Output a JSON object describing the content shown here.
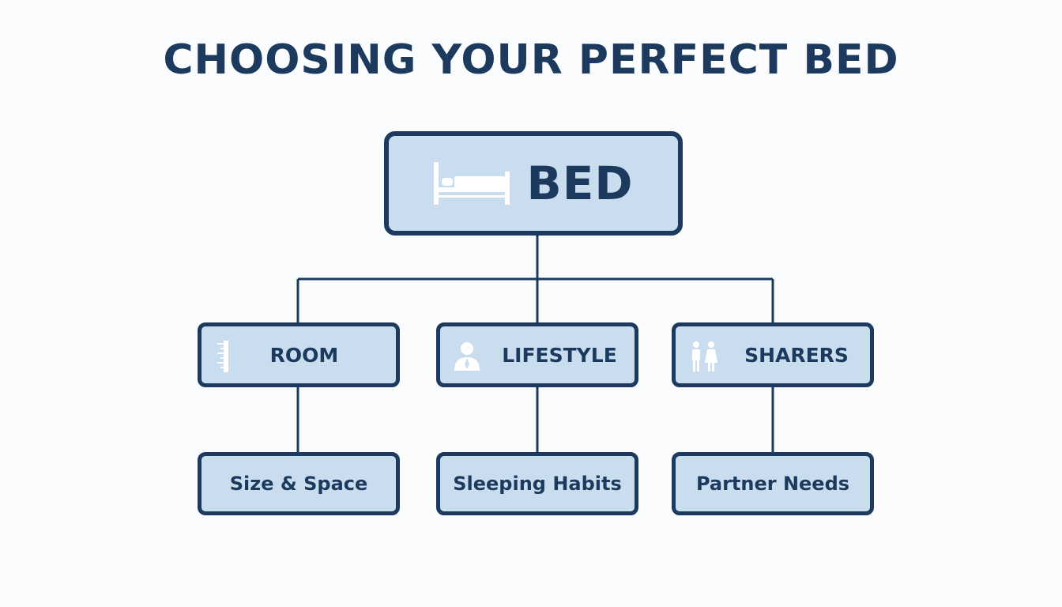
{
  "title": "CHOOSING YOUR PERFECT BED",
  "colors": {
    "navy": "#1c3a5e",
    "box_fill": "#c9ddee",
    "background": "#fbfcfd",
    "icon": "#ffffff"
  },
  "root": {
    "label": "BED",
    "icon": "bed-icon"
  },
  "categories": [
    {
      "label": "ROOM",
      "icon": "ruler-icon",
      "detail": "Size & Space"
    },
    {
      "label": "LIFESTYLE",
      "icon": "person-icon",
      "detail": "Sleeping Habits"
    },
    {
      "label": "SHARERS",
      "icon": "couple-icon",
      "detail": "Partner Needs"
    }
  ]
}
